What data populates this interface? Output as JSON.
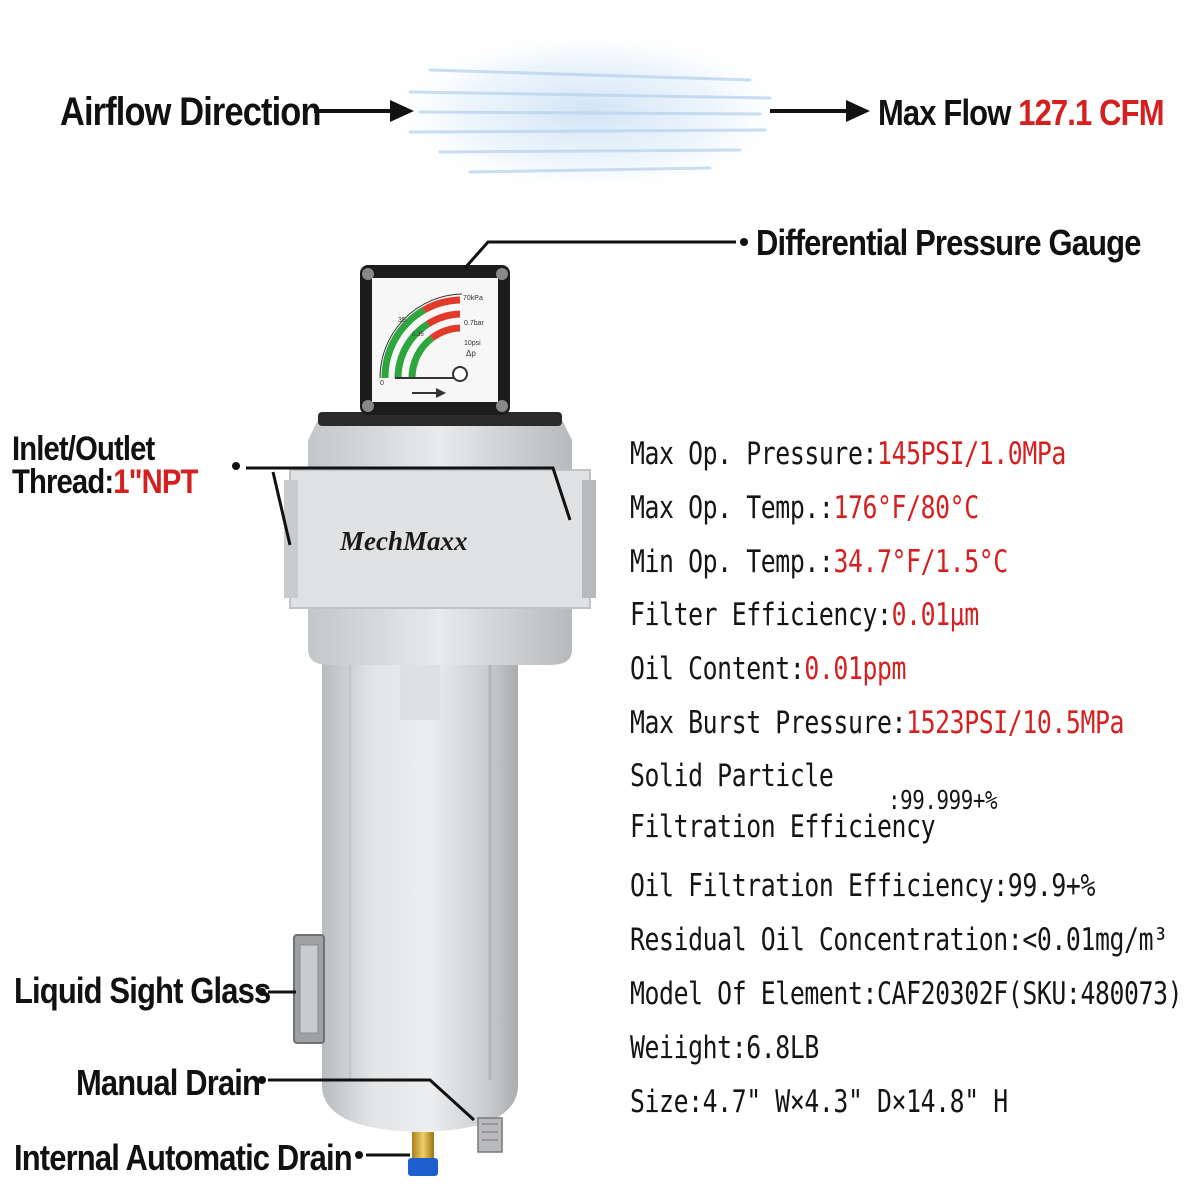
{
  "brand": "MechMaxx",
  "header": {
    "airflow_label": "Airflow Direction",
    "maxflow_label": "Max Flow",
    "maxflow_value": "127.1 CFM"
  },
  "callouts": {
    "gauge": "Differential Pressure Gauge",
    "inlet_line1": "Inlet/Outlet",
    "inlet_line2": "Thread:",
    "inlet_value": "1\"NPT",
    "sight_glass": "Liquid Sight Glass",
    "manual_drain": "Manual Drain",
    "auto_drain": "Internal Automatic Drain"
  },
  "gauge_face": {
    "kpa": "70kPa",
    "bar": "0.7bar",
    "psi": "10psi",
    "mid1": "35",
    "mid2": "0.35",
    "zero": "0",
    "delta": "Δp"
  },
  "specs": [
    {
      "label": "Max Op. Pressure:",
      "value": "145PSI/1.0MPa"
    },
    {
      "label": "Max Op. Temp.:",
      "value": "176°F/80°C"
    },
    {
      "label": "Min Op. Temp.:",
      "value": "34.7°F/1.5°C"
    },
    {
      "label": "Filter Efficiency:",
      "value": "0.01μm"
    },
    {
      "label": "Oil Content:",
      "value": "0.01ppm"
    },
    {
      "label": "Max Burst Pressure:",
      "value": "1523PSI/10.5MPa"
    }
  ],
  "solid_particle": {
    "line1": "Solid Particle",
    "line2": "Filtration Efficiency",
    "value": ":99.999+%"
  },
  "specs_black": [
    "Oil Filtration Efficiency:99.9+%",
    "Residual Oil Concentration:<0.01mg/m³",
    "Model Of Element:CAF20302F(SKU:480073)",
    "Weiight:6.8LB",
    "Size:4.7\" W×4.3\" D×14.8\" H"
  ]
}
